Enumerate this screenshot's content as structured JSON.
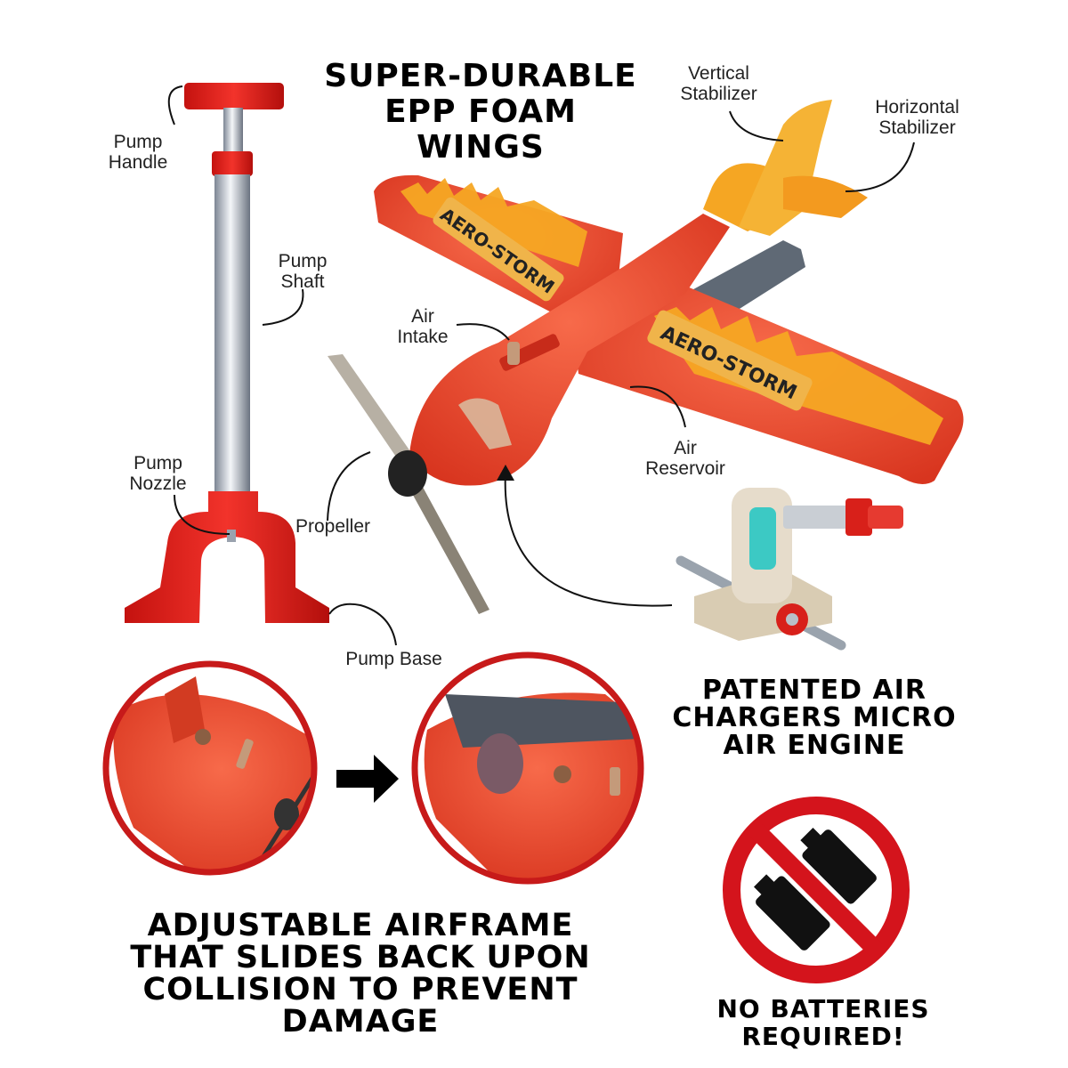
{
  "headlines": {
    "epp_wings": [
      "SUPER-DURABLE",
      "EPP FOAM",
      "WINGS"
    ],
    "air_engine": [
      "PATENTED AIR",
      "CHARGERS MICRO",
      "AIR ENGINE"
    ],
    "airframe": [
      "ADJUSTABLE AIRFRAME",
      "THAT SLIDES BACK UPON",
      "COLLISION TO PREVENT",
      "DAMAGE"
    ],
    "no_batteries": [
      "NO BATTERIES",
      "REQUIRED!"
    ]
  },
  "callouts": {
    "pump_handle": [
      "Pump",
      "Handle"
    ],
    "pump_shaft": [
      "Pump",
      "Shaft"
    ],
    "pump_nozzle": [
      "Pump",
      "Nozzle"
    ],
    "pump_base": "Pump Base",
    "propeller": "Propeller",
    "air_intake": [
      "Air",
      "Intake"
    ],
    "air_reservoir": [
      "Air",
      "Reservoir"
    ],
    "vertical_stabilizer": [
      "Vertical",
      "Stabilizer"
    ],
    "horizontal_stabilizer": [
      "Horizontal",
      "Stabilizer"
    ]
  },
  "wing_logo": "AERO-STORM",
  "colors": {
    "foam_red": "#e8452c",
    "pump_red": "#e0201a",
    "flame_orange": "#f5a623",
    "no_sign_red": "#d4141c",
    "engine_beige": "#e6dccb",
    "engine_teal": "#3cc9c4"
  }
}
